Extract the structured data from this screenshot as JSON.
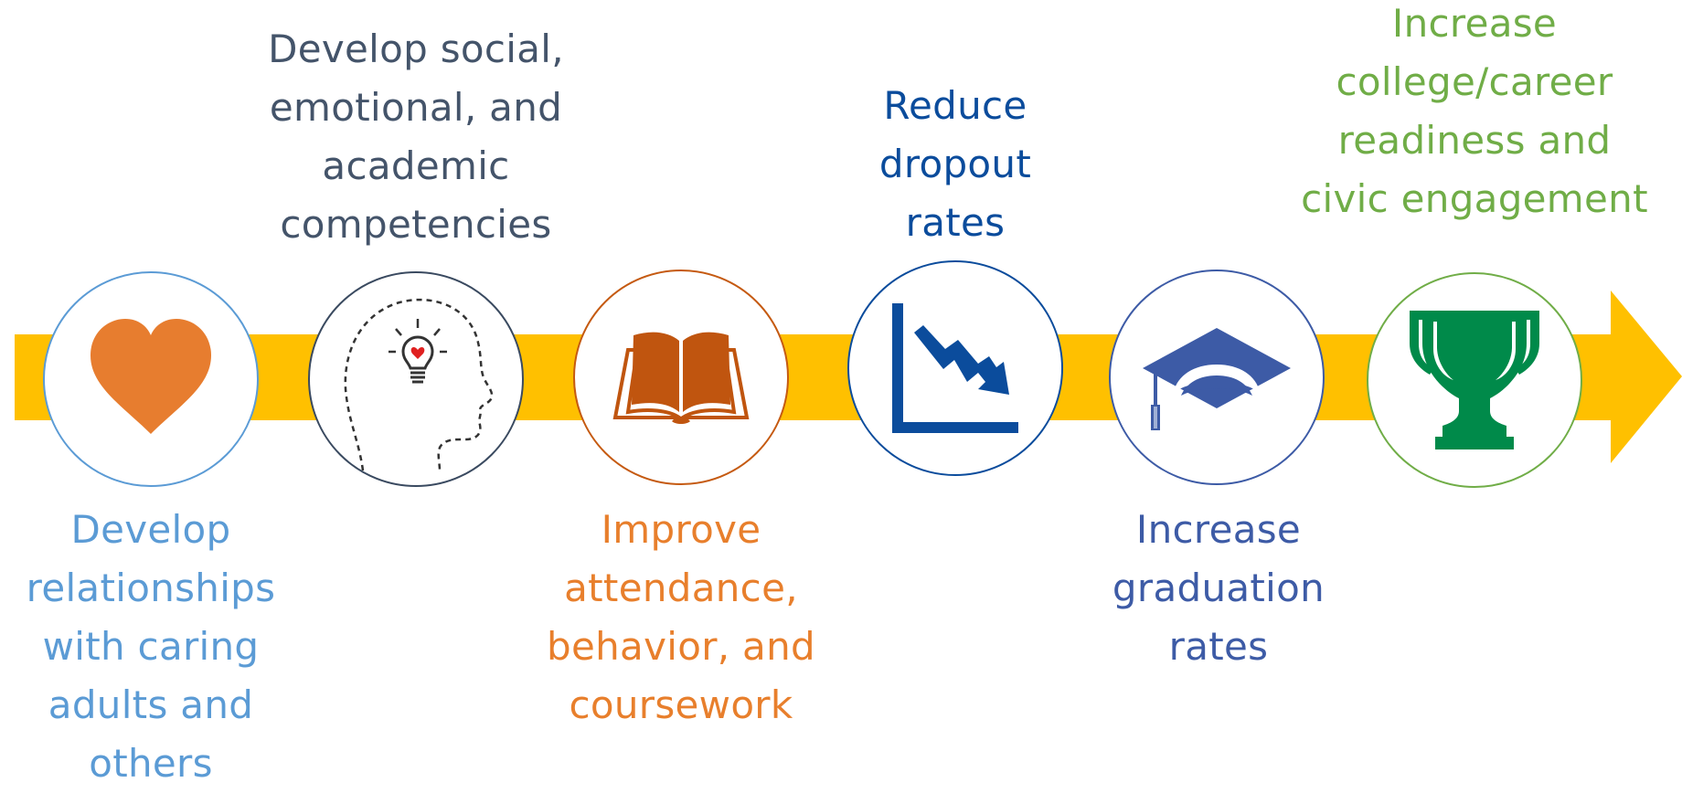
{
  "colors": {
    "arrow": "#ffc000",
    "step1": "#5b9bd5",
    "step2": "#44546a",
    "step3": "#e87f2c",
    "step4": "#0b4c9c",
    "step5": "#3d5ba6",
    "step6": "#70ad47",
    "trophy": "#008a4a"
  },
  "steps": [
    {
      "icon": "heart-icon",
      "lines": [
        "Develop",
        "relationships",
        "with caring",
        "adults and",
        "others"
      ]
    },
    {
      "icon": "head-lightbulb-icon",
      "lines": [
        "Develop social,",
        "emotional, and",
        "academic",
        "competencies"
      ]
    },
    {
      "icon": "open-book-icon",
      "lines": [
        "Improve",
        "attendance,",
        "behavior, and",
        "coursework"
      ]
    },
    {
      "icon": "declining-chart-icon",
      "lines": [
        "Reduce",
        "dropout",
        "rates"
      ]
    },
    {
      "icon": "graduation-cap-icon",
      "lines": [
        "Increase",
        "graduation",
        "rates"
      ]
    },
    {
      "icon": "trophy-icon",
      "lines": [
        "Increase",
        "college/career",
        "readiness and",
        "civic engagement"
      ]
    }
  ]
}
